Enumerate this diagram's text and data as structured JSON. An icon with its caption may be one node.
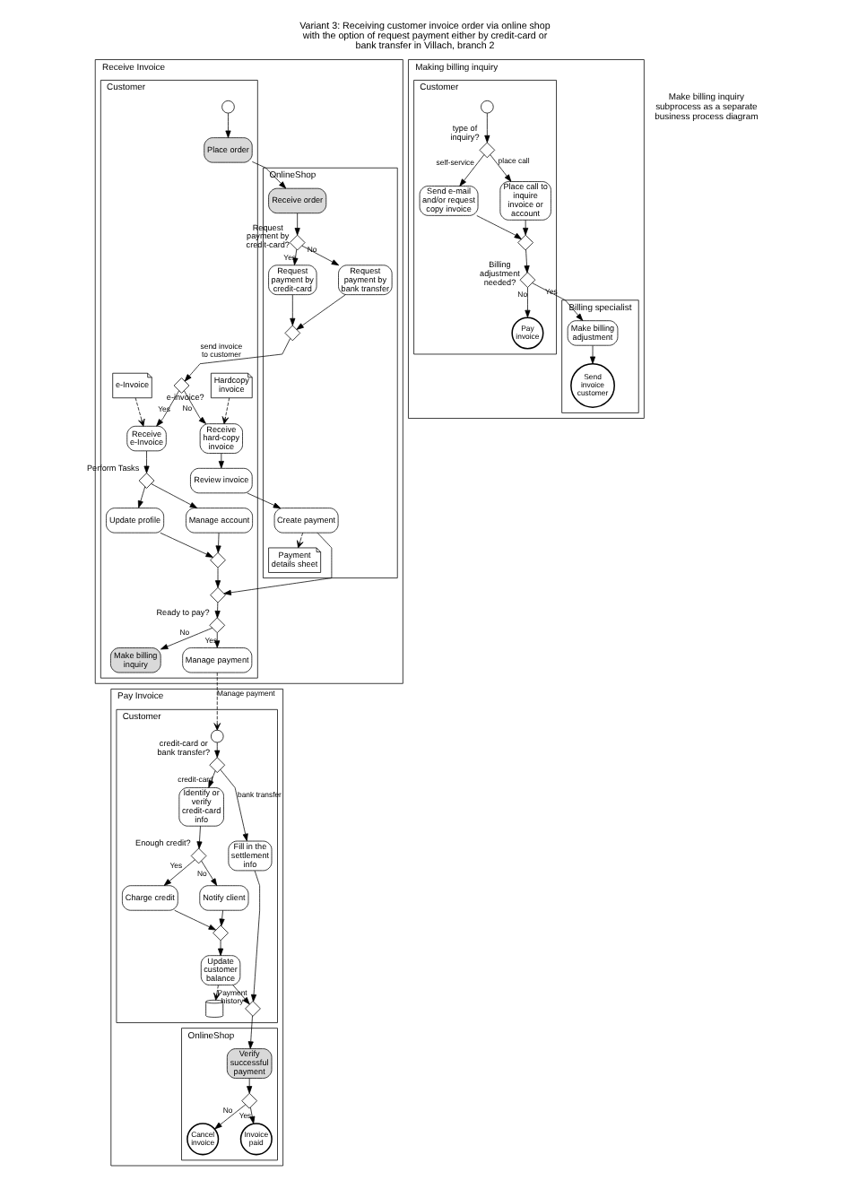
{
  "diagram": {
    "title": "Variant 3: Receiving customer invoice order via online shop with the option of request payment either by credit-card or bank transfer in Villach, branch 2",
    "nodes": [
      {
        "text": [
          "Receive Invoice"
        ]
      },
      {
        "text": [
          "OnlineShop"
        ],
        "in": 0
      },
      {
        "text": [
          "Receive order"
        ],
        "in": 1
      },
      {
        "text": [],
        "shape": "diamond",
        "beside": [
          "Request payment by credit-card?"
        ],
        "in": 1
      },
      {
        "text": [
          "Request payment by credit-card"
        ],
        "in": 1
      },
      {
        "text": [
          "Request payment by bank transfer"
        ],
        "in": 1
      },
      {
        "text": [],
        "shape": "diamond",
        "in": 1
      },
      {
        "text": [
          "Create payment"
        ],
        "in": 1
      },
      {
        "text": [
          "Payment details sheet"
        ],
        "in": 1
      },
      {
        "text": [
          "Customer"
        ],
        "in": 0
      },
      {
        "text": [
          "Place order"
        ],
        "in": 9
      },
      {
        "text": [],
        "shape": "circle",
        "in": 9
      },
      {
        "text": [],
        "shape": "diamond",
        "beside": [
          "e-invoice?"
        ],
        "in": 9
      },
      {
        "text": [
          "Receive hard-copy invoice"
        ],
        "in": 9
      },
      {
        "text": [
          "Hardcopy invoice"
        ],
        "in": 9
      },
      {
        "text": [
          "Review invoice"
        ],
        "in": 9
      },
      {
        "text": [
          "Receive e-Invoice"
        ],
        "in": 9
      },
      {
        "text": [
          "e-Invoice"
        ],
        "in": 9
      },
      {
        "text": [],
        "shape": "diamond",
        "beside": [
          "Perform Tasks"
        ],
        "in": 9
      },
      {
        "text": [
          "Update profile"
        ],
        "in": 9
      },
      {
        "text": [
          "Manage account"
        ],
        "in": 9
      },
      {
        "text": [],
        "shape": "diamond",
        "in": 9
      },
      {
        "text": [],
        "shape": "diamond",
        "in": 9
      },
      {
        "text": [],
        "shape": "diamond",
        "beside": [
          "Ready to pay?"
        ],
        "in": 9
      },
      {
        "text": [
          "Make billing inquiry"
        ],
        "in": 9
      },
      {
        "text": [
          "Manage payment"
        ],
        "in": 9
      },
      {
        "text": [
          "Pay Invoice"
        ]
      },
      {
        "text": [
          "Customer"
        ],
        "in": 26
      },
      {
        "text": [],
        "shape": "circle",
        "in": 27
      },
      {
        "text": [],
        "shape": "diamond",
        "beside": [
          "credit-card or bank transfer?"
        ],
        "in": 27
      },
      {
        "text": [
          "Identify or verify credit-card info"
        ],
        "in": 27
      },
      {
        "text": [],
        "shape": "diamond",
        "beside": [
          "Enough credit?"
        ],
        "in": 27
      },
      {
        "text": [
          "Charge credit"
        ],
        "in": 27
      },
      {
        "text": [
          "Notify client"
        ],
        "in": 27
      },
      {
        "text": [],
        "shape": "diamond",
        "in": 27
      },
      {
        "text": [
          "Update customer balance"
        ],
        "in": 27
      },
      {
        "text": [],
        "shape": "cylinder",
        "in": 27
      },
      {
        "text": [],
        "shape": "diamond",
        "in": 27
      },
      {
        "text": [
          "Fill in the settlement info"
        ],
        "in": 27
      },
      {
        "text": [
          "OnlineShop"
        ],
        "in": 26
      },
      {
        "text": [
          "Verify successful payment"
        ],
        "in": 39
      },
      {
        "text": [],
        "shape": "diamond",
        "in": 39
      },
      {
        "text": [
          "Cancel invoice"
        ],
        "in": 39
      },
      {
        "text": [
          "Invoice paid"
        ],
        "in": 39
      },
      {
        "text": [
          "Making billing inquiry"
        ]
      },
      {
        "text": [
          "Customer"
        ],
        "in": 44
      },
      {
        "text": [],
        "shape": "circle",
        "in": 45
      },
      {
        "text": [],
        "shape": "diamond",
        "beside": [
          "type of inquiry?"
        ],
        "in": 45
      },
      {
        "text": [
          "Send e-mail and/or request copy invoice"
        ],
        "in": 45
      },
      {
        "text": [
          "Place call to inquire invoice or account"
        ],
        "in": 45
      },
      {
        "text": [],
        "shape": "diamond",
        "in": 45
      },
      {
        "text": [],
        "shape": "diamond",
        "beside": [
          "Billing adjustment needed?"
        ],
        "in": 45
      },
      {
        "text": [
          "Pay invoice"
        ],
        "in": 45
      },
      {
        "text": [
          "Billing specialist"
        ],
        "in": 44
      },
      {
        "text": [
          "Make billing adjustment"
        ],
        "in": 53
      },
      {
        "text": [
          "Send invoice customer"
        ],
        "in": 53
      }
    ],
    "edges": [
      {
        "from": 11,
        "to": 10,
        "arrow": "to"
      },
      {
        "from": 10,
        "to": 2,
        "arrow": "to"
      },
      {
        "from": 2,
        "to": 3,
        "arrow": "to"
      },
      {
        "from": 3,
        "to": 4,
        "arrow": "to",
        "label": "Yes"
      },
      {
        "from": 3,
        "to": 5,
        "arrow": "to",
        "label": "No"
      },
      {
        "from": 4,
        "to": 6,
        "arrow": "to"
      },
      {
        "from": 5,
        "to": 6,
        "arrow": "to"
      },
      {
        "from": 6,
        "to": 12,
        "arrow": "to",
        "label": "send invoice to customer"
      },
      {
        "from": 12,
        "to": 13,
        "arrow": "to",
        "label": "No"
      },
      {
        "from": 12,
        "to": 16,
        "arrow": "to",
        "label": "Yes"
      },
      {
        "from": 14,
        "to": 13,
        "arrow": "to",
        "style": "dashed"
      },
      {
        "from": 17,
        "to": 16,
        "arrow": "to",
        "style": "dashed"
      },
      {
        "from": 13,
        "to": 15,
        "arrow": "to"
      },
      {
        "from": 15,
        "to": 7,
        "arrow": "to"
      },
      {
        "from": 7,
        "to": 8,
        "arrow": "to",
        "style": "dashed"
      },
      {
        "from": 7,
        "to": 22,
        "arrow": "to"
      },
      {
        "from": 16,
        "to": 18,
        "arrow": "to"
      },
      {
        "from": 18,
        "to": 19,
        "arrow": "to"
      },
      {
        "from": 18,
        "to": 20,
        "arrow": "to"
      },
      {
        "from": 19,
        "to": 21,
        "arrow": "to"
      },
      {
        "from": 20,
        "to": 21,
        "arrow": "to"
      },
      {
        "from": 21,
        "to": 22,
        "arrow": "to"
      },
      {
        "from": 22,
        "to": 23,
        "arrow": "to"
      },
      {
        "from": 23,
        "to": 24,
        "arrow": "to",
        "label": "No"
      },
      {
        "from": 23,
        "to": 25,
        "arrow": "to",
        "label": "Yes"
      },
      {
        "from": 25,
        "to": 28,
        "arrow": "to",
        "style": "dashed",
        "label": "Manage payment"
      },
      {
        "from": 28,
        "to": 29,
        "arrow": "to"
      },
      {
        "from": 29,
        "to": 30,
        "arrow": "to",
        "label": "credit-card"
      },
      {
        "from": 29,
        "to": 38,
        "arrow": "to",
        "label": "bank transfer"
      },
      {
        "from": 30,
        "to": 31,
        "arrow": "to"
      },
      {
        "from": 31,
        "to": 32,
        "arrow": "to",
        "label": "Yes"
      },
      {
        "from": 31,
        "to": 33,
        "arrow": "to",
        "label": "No"
      },
      {
        "from": 32,
        "to": 34,
        "arrow": "to"
      },
      {
        "from": 33,
        "to": 34,
        "arrow": "to"
      },
      {
        "from": 34,
        "to": 35,
        "arrow": "to"
      },
      {
        "from": 35,
        "to": 36,
        "arrow": "to",
        "style": "dashed",
        "label": "Payment history"
      },
      {
        "from": 35,
        "to": 37,
        "arrow": "to"
      },
      {
        "from": 38,
        "to": 37,
        "arrow": "to"
      },
      {
        "from": 37,
        "to": 40,
        "arrow": "to"
      },
      {
        "from": 40,
        "to": 41,
        "arrow": "to"
      },
      {
        "from": 41,
        "to": 42,
        "arrow": "to",
        "label": "No"
      },
      {
        "from": 41,
        "to": 43,
        "arrow": "to",
        "label": "Yes"
      },
      {
        "from": 46,
        "to": 47,
        "arrow": "to"
      },
      {
        "from": 47,
        "to": 48,
        "arrow": "to",
        "label": "self-service"
      },
      {
        "from": 47,
        "to": 49,
        "arrow": "to",
        "label": "place call"
      },
      {
        "from": 48,
        "to": 50,
        "arrow": "to"
      },
      {
        "from": 49,
        "to": 50,
        "arrow": "to"
      },
      {
        "from": 50,
        "to": 51,
        "arrow": "to"
      },
      {
        "from": 51,
        "to": 52,
        "arrow": "to",
        "label": "No"
      },
      {
        "from": 51,
        "to": 54,
        "arrow": "to",
        "label": "Yes"
      },
      {
        "from": 54,
        "to": 55,
        "arrow": "to"
      }
    ],
    "labels": [
      "Make billing inquiry subprocess as a separate business process diagram"
    ]
  }
}
